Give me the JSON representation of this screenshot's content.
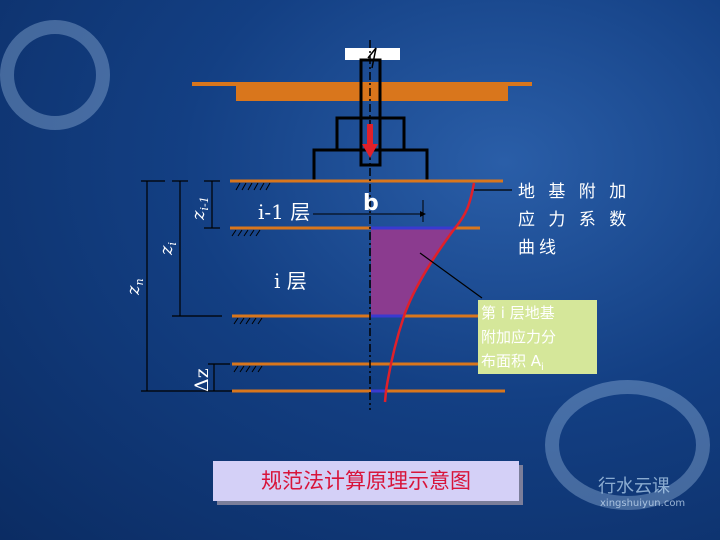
{
  "diagram": {
    "layer_prev": "i-1 层",
    "layer_i": "i 层",
    "b_label": "b",
    "z_prev": "z",
    "z_prev_sub": "i-1",
    "z_i": "z",
    "z_i_sub": "i",
    "z_n": "z",
    "z_n_sub": "n",
    "dz": "Δz",
    "curve_label": [
      "地 基 附 加",
      "应 力 系 数",
      "曲线"
    ],
    "area_label": [
      "第 i 层地基",
      "附加应力分",
      "布面积 A"
    ],
    "area_label_sub": "i",
    "colors": {
      "soil": "#d9761c",
      "curve": "#e0202a",
      "area": "#8b3b8f",
      "box": "#d5e79a"
    }
  },
  "title": "规范法计算原理示意图",
  "watermark": {
    "name": "行水云课",
    "url": "xingshuiyun.com"
  }
}
